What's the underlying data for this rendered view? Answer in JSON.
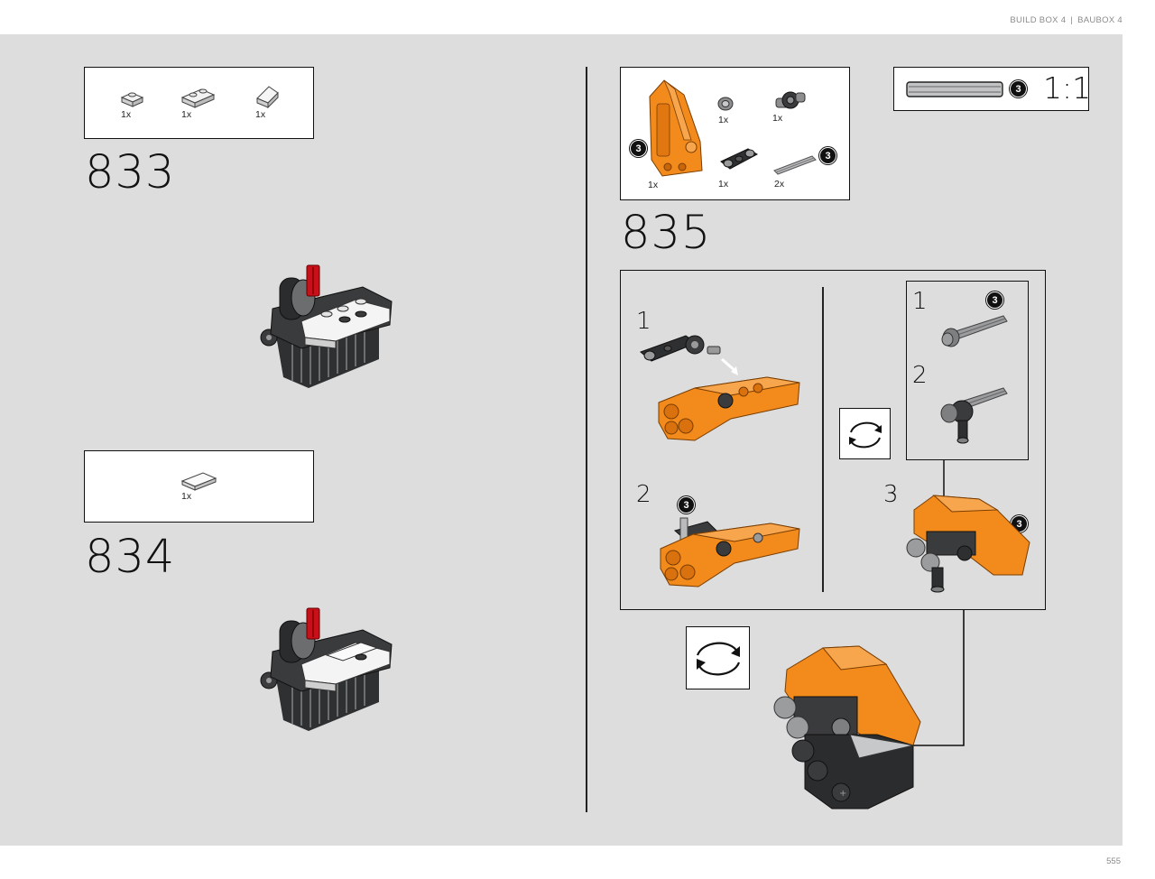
{
  "header": {
    "build_box": "BUILD BOX 4",
    "separator": "|",
    "baubox": "BAUBOX 4"
  },
  "page_number": "555",
  "steps": [
    {
      "number": "833",
      "parts": [
        {
          "qty": "1x"
        },
        {
          "qty": "1x"
        },
        {
          "qty": "1x"
        }
      ]
    },
    {
      "number": "834",
      "parts": [
        {
          "qty": "1x"
        }
      ]
    },
    {
      "number": "835",
      "parts": [
        {
          "qty": "1x",
          "badge": "3"
        },
        {
          "qty": "1x"
        },
        {
          "qty": "1x"
        },
        {
          "qty": "1x"
        },
        {
          "qty": "2x",
          "badge": "3"
        }
      ],
      "scale": {
        "label": "1:1",
        "badge": "3"
      },
      "substeps": {
        "left": [
          {
            "label": "1"
          },
          {
            "label": "2",
            "badge": "3"
          }
        ],
        "right_inset": [
          {
            "label": "1",
            "badge": "3"
          },
          {
            "label": "2"
          }
        ],
        "right_step": {
          "label": "3",
          "badge": "3"
        }
      }
    }
  ],
  "icons": {
    "rotate": "rotate-model-icon"
  },
  "colors": {
    "panel_background": "#dcdddc",
    "orange_part": "#f28a1c",
    "red_part": "#c8101a",
    "dark_grey_part": "#3a3b3c",
    "light_grey_part": "#a9abad"
  }
}
